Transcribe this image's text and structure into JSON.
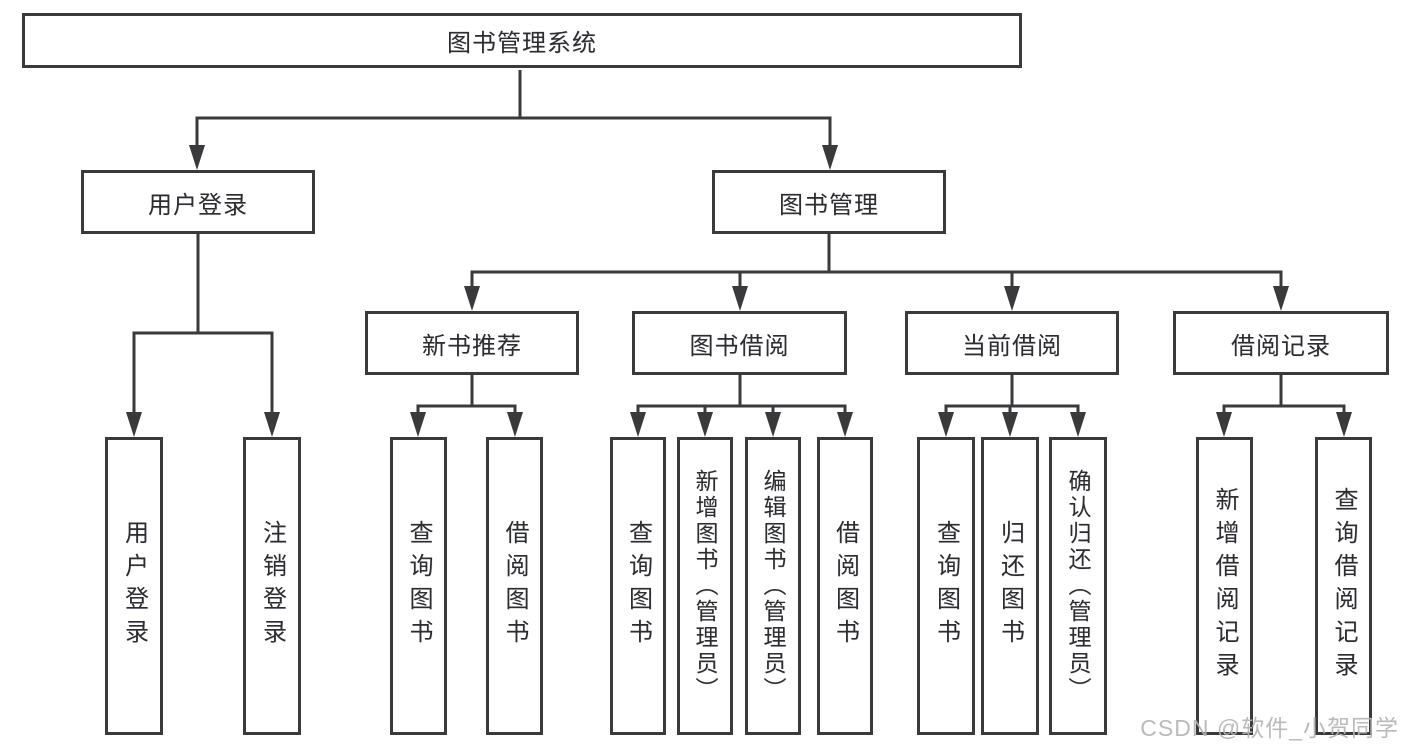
{
  "title": "图书管理系统",
  "watermark": "CSDN @软件_小贺同学",
  "colors": {
    "line": "#3a3a3c",
    "text": "#2d2d2f",
    "watermark": "#b5b5b5",
    "background": "#ffffff"
  },
  "tree": {
    "root": {
      "label": "图书管理系统"
    },
    "branches": [
      {
        "label": "用户登录",
        "children": [
          {
            "label": "用户登录"
          },
          {
            "label": "注销登录"
          }
        ]
      },
      {
        "label": "图书管理",
        "children": [
          {
            "label": "新书推荐",
            "children": [
              {
                "label": "查询图书"
              },
              {
                "label": "借阅图书"
              }
            ]
          },
          {
            "label": "图书借阅",
            "children": [
              {
                "label": "查询图书"
              },
              {
                "label": "新增图书（管理员）"
              },
              {
                "label": "编辑图书（管理员）"
              },
              {
                "label": "借阅图书"
              }
            ]
          },
          {
            "label": "当前借阅",
            "children": [
              {
                "label": "查询图书"
              },
              {
                "label": "归还图书"
              },
              {
                "label": "确认归还（管理员）"
              }
            ]
          },
          {
            "label": "借阅记录",
            "children": [
              {
                "label": "新增借阅记录"
              },
              {
                "label": "查询借阅记录"
              }
            ]
          }
        ]
      }
    ]
  }
}
